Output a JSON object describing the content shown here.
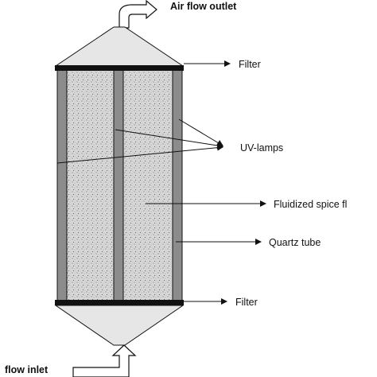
{
  "labels": {
    "air_outlet": "Air flow outlet",
    "filter_top": "Filter",
    "uv_lamps": "UV-lamps",
    "fluidized": "Fluidized spice fl",
    "quartz_tube": "Quartz tube",
    "filter_bottom": "Filter",
    "inlet": "flow inlet"
  },
  "colors": {
    "ink": "#111111",
    "cone_fill": "#e6e6e6",
    "lamp_fill": "#8c8c8c",
    "filter_fill": "#111111",
    "body_fill": "#d9d9d9"
  }
}
